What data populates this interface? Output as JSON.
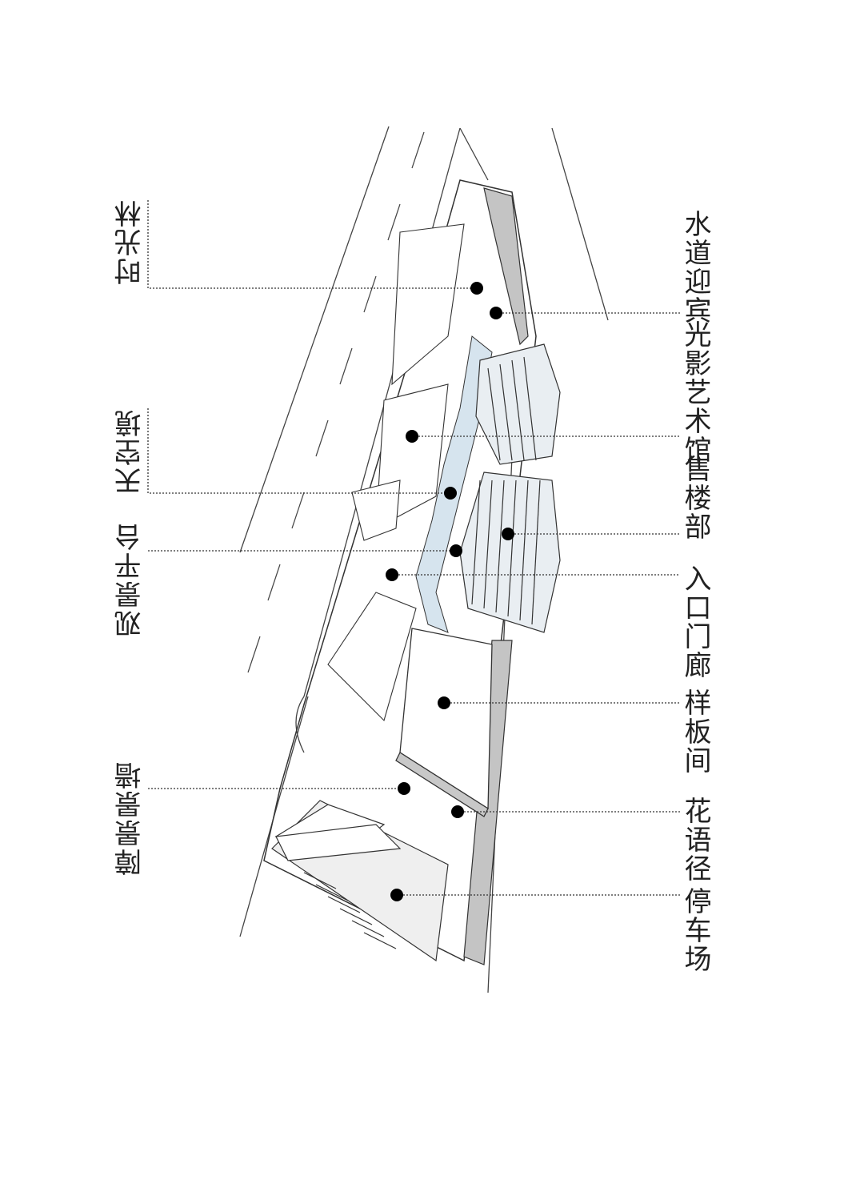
{
  "labels_left": [
    {
      "id": "shiguanglin",
      "text": "时光林"
    },
    {
      "id": "tiankongjing",
      "text": "天空境"
    },
    {
      "id": "guanjing",
      "text": "观景平台"
    },
    {
      "id": "zhangjing",
      "text": "障景景墙"
    }
  ],
  "labels_right": [
    {
      "id": "shuidao",
      "text": "水道迎宾"
    },
    {
      "id": "guangying",
      "text": "光影艺术馆"
    },
    {
      "id": "shoulou",
      "text": "售楼部"
    },
    {
      "id": "rukou",
      "text": "入口门廊"
    },
    {
      "id": "yangban",
      "text": "样板间"
    },
    {
      "id": "huayu",
      "text": "花语径"
    },
    {
      "id": "tingche",
      "text": "停车场"
    }
  ],
  "colors": {
    "line": "#333333",
    "water": "#d6e4ee",
    "roof": "#e9eef2",
    "wall": "#b9b9b9",
    "dot": "#000000"
  }
}
